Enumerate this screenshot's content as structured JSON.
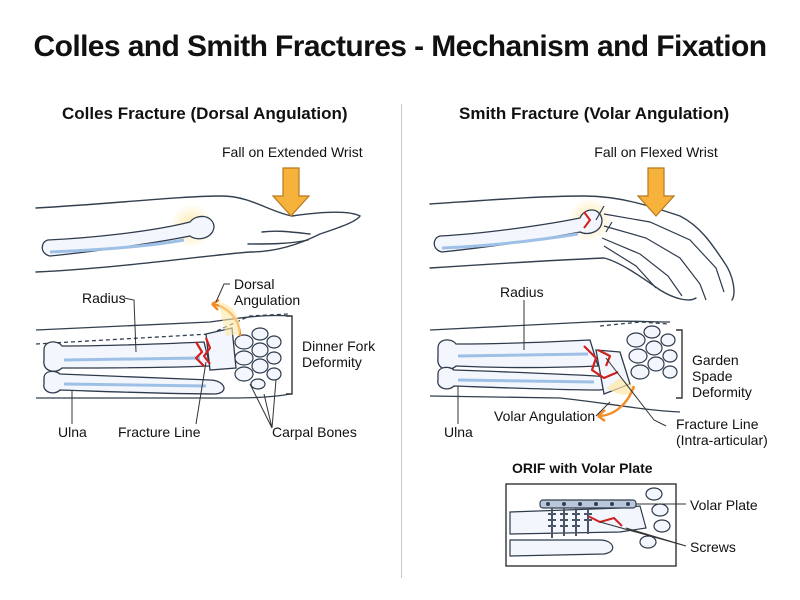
{
  "title": "Colles and Smith Fractures - Mechanism and Fixation",
  "colles": {
    "heading": "Colles Fracture (Dorsal Angulation)",
    "mechanism": "Fall on Extended Wrist",
    "labels": {
      "radius": "Radius",
      "dorsal_angulation": "Dorsal Angulation",
      "deformity": "Dinner Fork Deformity",
      "ulna": "Ulna",
      "fracture_line": "Fracture Line",
      "carpal_bones": "Carpal Bones"
    }
  },
  "smith": {
    "heading": "Smith Fracture (Volar Angulation)",
    "mechanism": "Fall on Flexed Wrist",
    "labels": {
      "radius": "Radius",
      "deformity": "Garden Spade Deformity",
      "volar_angulation": "Volar Angulation",
      "ulna": "Ulna",
      "fracture_line": "Fracture Line (Intra-articular)"
    }
  },
  "orif": {
    "heading": "ORIF with Volar Plate",
    "labels": {
      "plate": "Volar Plate",
      "screws": "Screws"
    }
  },
  "colors": {
    "arrow_fill": "#f6b23a",
    "arrow_stroke": "#b7791f",
    "bone_fill": "#f3f7fd",
    "bone_stroke": "#2f3b4c",
    "bone_shade": "#9fc0e6",
    "highlight": "#fbe7b0",
    "fracture": "#d11f1f",
    "angulation_arrow": "#f28c28"
  }
}
